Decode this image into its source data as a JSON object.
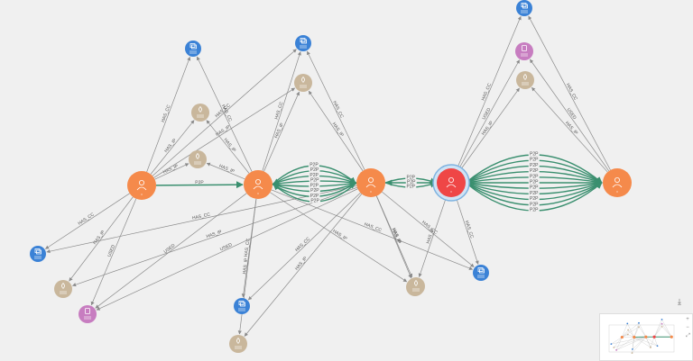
{
  "edge_types": {
    "p2p": "P2P",
    "has_cc": "HAS_CC",
    "has_ip": "HAS_IP",
    "used": "USED"
  },
  "colors": {
    "person": "#f58a4b",
    "person_selected": "#ef4646",
    "creditcard": "#3b82d6",
    "ip": "#c9b79c",
    "device": "#c77dc0",
    "edge": "#8a8a8a",
    "p2p_edge": "#3a8f6f"
  },
  "nodes": [
    {
      "id": "p1",
      "type": "person",
      "icon": "person-icon",
      "label": ""
    },
    {
      "id": "p2",
      "type": "person",
      "icon": "person-icon",
      "label": ""
    },
    {
      "id": "p3",
      "type": "person",
      "icon": "person-icon",
      "label": ""
    },
    {
      "id": "p4",
      "type": "person",
      "icon": "person-icon",
      "label": "",
      "selected": true
    },
    {
      "id": "p5",
      "type": "person",
      "icon": "person-icon",
      "label": ""
    },
    {
      "id": "cc1",
      "type": "creditcard",
      "icon": "credit-card-icon",
      "label": ""
    },
    {
      "id": "cc2",
      "type": "creditcard",
      "icon": "credit-card-icon",
      "label": ""
    },
    {
      "id": "cc3",
      "type": "creditcard",
      "icon": "credit-card-icon",
      "label": ""
    },
    {
      "id": "cc4",
      "type": "creditcard",
      "icon": "credit-card-icon",
      "label": ""
    },
    {
      "id": "cc5",
      "type": "creditcard",
      "icon": "credit-card-icon",
      "label": ""
    },
    {
      "id": "ip1",
      "type": "ip",
      "icon": "location-pin-icon",
      "label": ""
    },
    {
      "id": "ip2",
      "type": "ip",
      "icon": "location-pin-icon",
      "label": ""
    },
    {
      "id": "ip3",
      "type": "ip",
      "icon": "location-pin-icon",
      "label": ""
    },
    {
      "id": "ip4",
      "type": "ip",
      "icon": "location-pin-icon",
      "label": ""
    },
    {
      "id": "ip5",
      "type": "ip",
      "icon": "location-pin-icon",
      "label": ""
    },
    {
      "id": "ip6",
      "type": "ip",
      "icon": "location-pin-icon",
      "label": ""
    },
    {
      "id": "ip7",
      "type": "ip",
      "icon": "location-pin-icon",
      "label": ""
    },
    {
      "id": "dv1",
      "type": "device",
      "icon": "device-icon",
      "label": ""
    },
    {
      "id": "dv2",
      "type": "device",
      "icon": "device-icon",
      "label": ""
    }
  ],
  "edges": [
    {
      "from": "p1",
      "to": "cc1",
      "type": "HAS_CC"
    },
    {
      "from": "p1",
      "to": "ip1",
      "type": "HAS_IP"
    },
    {
      "from": "p1",
      "to": "ip2",
      "type": "HAS_IP"
    },
    {
      "from": "p1",
      "to": "p2",
      "type": "P2P"
    },
    {
      "from": "p1",
      "to": "cc2",
      "type": "HAS_CC"
    },
    {
      "from": "p1",
      "to": "ip3",
      "type": "HAS_IP"
    },
    {
      "from": "p1",
      "to": "dv1",
      "type": "USED"
    },
    {
      "from": "p1",
      "to": "cc3",
      "type": "HAS_CC"
    },
    {
      "from": "p1",
      "to": "ip4",
      "type": "HAS_IP"
    },
    {
      "from": "p2",
      "to": "cc1",
      "type": "HAS_CC"
    },
    {
      "from": "p2",
      "to": "ip1",
      "type": "HAS_IP"
    },
    {
      "from": "p2",
      "to": "ip2",
      "type": "HAS_IP"
    },
    {
      "from": "p2",
      "to": "cc4",
      "type": "HAS_CC"
    },
    {
      "from": "p2",
      "to": "ip5",
      "type": "HAS_IP"
    },
    {
      "from": "p2",
      "to": "cc2",
      "type": "HAS_CC"
    },
    {
      "from": "p2",
      "to": "ip3",
      "type": "HAS_IP"
    },
    {
      "from": "p2",
      "to": "dv1",
      "type": "USED"
    },
    {
      "from": "p2",
      "to": "cc5",
      "type": "HAS_CC"
    },
    {
      "from": "p2",
      "to": "ip6",
      "type": "HAS_IP"
    },
    {
      "from": "p3",
      "to": "cc4",
      "type": "HAS_CC"
    },
    {
      "from": "p3",
      "to": "ip5",
      "type": "HAS_IP"
    },
    {
      "from": "p3",
      "to": "cc2",
      "type": "HAS_CC"
    },
    {
      "from": "p3",
      "to": "ip3",
      "type": "HAS_IP"
    },
    {
      "from": "p3",
      "to": "dv1",
      "type": "USED"
    },
    {
      "from": "p3",
      "to": "cc3",
      "type": "HAS_CC"
    },
    {
      "from": "p3",
      "to": "ip4",
      "type": "HAS_IP"
    },
    {
      "from": "p3",
      "to": "ip6",
      "type": "HAS_IP"
    },
    {
      "from": "p3",
      "to": "cc5",
      "type": "HAS_CC"
    },
    {
      "from": "p3",
      "to": "ip7",
      "type": "HAS_IP"
    },
    {
      "from": "p4",
      "to": "cc5",
      "type": "HAS_CC"
    },
    {
      "from": "p4",
      "to": "ip7",
      "type": "HAS_IP"
    },
    {
      "from": "p4",
      "to": "cc6",
      "type": "HAS_CC"
    },
    {
      "from": "p4",
      "to": "dv2",
      "type": "USED"
    },
    {
      "from": "p4",
      "to": "ip8",
      "type": "HAS_IP"
    },
    {
      "from": "p5",
      "to": "cc6",
      "type": "HAS_CC"
    },
    {
      "from": "p5",
      "to": "dv2",
      "type": "USED"
    },
    {
      "from": "p5",
      "to": "ip8",
      "type": "HAS_IP"
    }
  ],
  "p2p_groups": [
    {
      "from": "p2",
      "to": "p3",
      "count": 8
    },
    {
      "from": "p3",
      "to": "p4",
      "count": 3
    },
    {
      "from": "p4",
      "to": "p5",
      "count": 11
    }
  ],
  "toolbar": [
    {
      "name": "download-icon",
      "glyph": "⤓"
    }
  ],
  "minimap_tools": [
    {
      "name": "zoom-in-icon",
      "glyph": "+"
    },
    {
      "name": "zoom-out-icon",
      "glyph": "−"
    },
    {
      "name": "fit-view-icon",
      "glyph": "⤢"
    }
  ]
}
